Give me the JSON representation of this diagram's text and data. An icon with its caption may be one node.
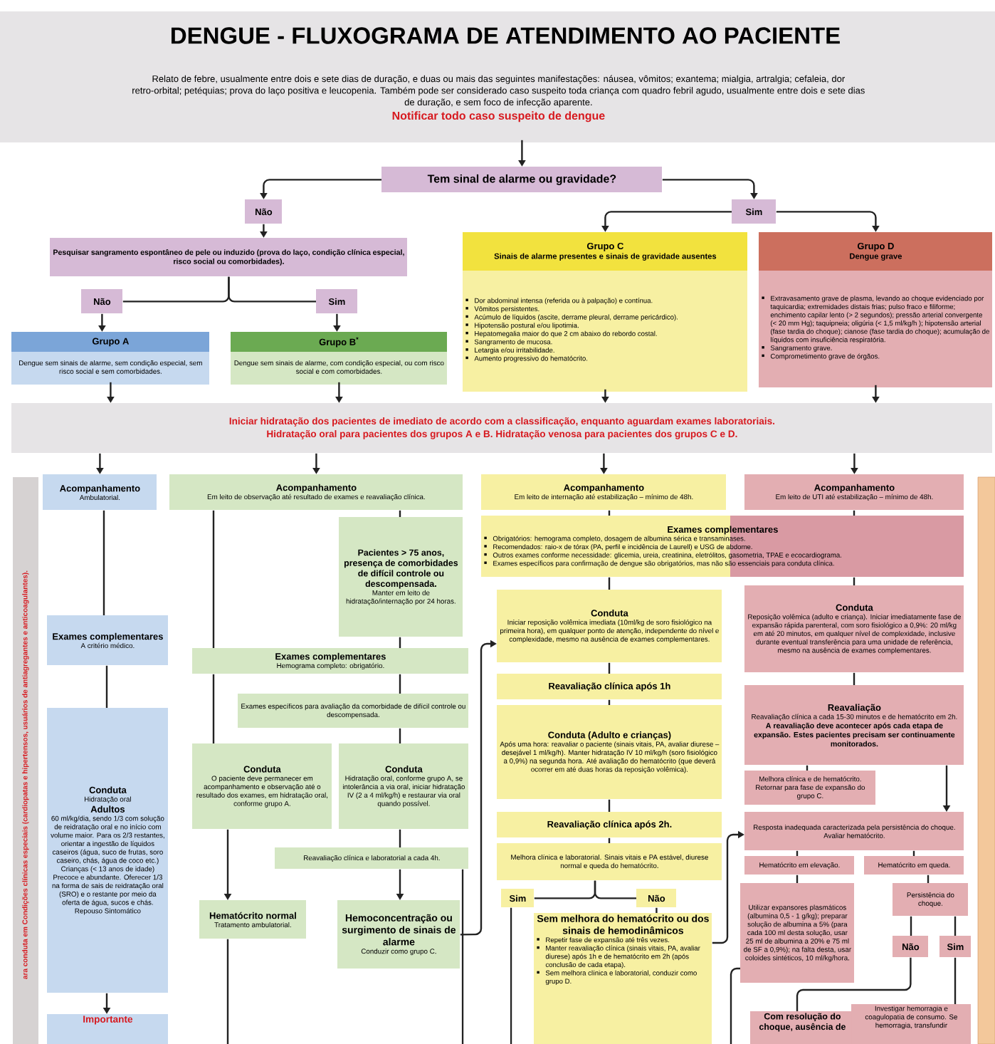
{
  "diagram": {
    "title": "DENGUE - FLUXOGRAMA DE ATENDIMENTO AO PACIENTE",
    "nodes": [
      {
        "text": [
          "Relato de febre, usualmente entre dois e sete dias de duração, e duas ou mais das seguintes manifestações: náusea, vômitos; exantema; mialgia, artralgia; cefaleia, dor retro-orbital; petéquias; prova do laço positiva e leucopenia. Também pode ser considerado caso suspeito toda criança com quadro febril agudo, usualmente entre dois e sete dias de duração, e sem foco de infecção aparente.",
          "Notificar todo caso suspeito de dengue"
        ]
      },
      {
        "text": [
          "Tem sinal de alarme ou gravidade?"
        ]
      },
      {
        "text": [
          "Não"
        ]
      },
      {
        "text": [
          "Sim"
        ]
      },
      {
        "text": [
          "Pesquisar sangramento espontâneo de pele ou induzido (prova do laço, condição clínica especial, risco social ou comorbidades)."
        ]
      },
      {
        "text": [
          "Não"
        ]
      },
      {
        "text": [
          "Sim"
        ]
      },
      {
        "text": [
          "Grupo A",
          "Dengue sem sinais de alarme, sem condição especial, sem risco social e sem comorbidades."
        ]
      },
      {
        "text": [
          "Grupo B$^{*}$",
          "Dengue sem sinais de alarme, com condição especial, ou com risco social e com comorbidades."
        ]
      },
      {
        "text": [
          "Grupo C",
          "Sinais de alarme presentes e sinais de gravidade ausentes",
          "Dor abdominal intensa (referida ou à palpação) e contínua.",
          "Vômitos persistentes.",
          "Acúmulo de líquidos (ascite, derrame pleural, derrame pericárdico).",
          "Hipotensão postural e/ou lipotimia.",
          "Hepatomegalia maior do que 2 cm abaixo do rebordo costal.",
          "Sangramento de mucosa.",
          "Letargia e/ou irritabilidade.",
          "Aumento progressivo do hematócrito."
        ]
      },
      {
        "text": [
          "Grupo D",
          "Dengue grave",
          "Extravasamento grave de plasma, levando ao choque evidenciado por taquicardia; extremidades distais frias; pulso fraco e filiforme; enchimento capilar lento (> 2 segundos); pressão arterial convergente (< 20 mm Hg); taquipneia; oligúria (< 1,5 ml/kg/h ); hipotensão arterial (fase tardia do choque); cianose (fase tardia do choque); acumulação de líquidos com insuficiência respiratória.",
          "Sangramento grave.",
          "Comprometimento grave de órgãos."
        ]
      },
      {
        "text": [
          "Iniciar hidratação dos pacientes de imediato de acordo com a classificação, enquanto aguardam exames laboratoriais.",
          "Hidratação oral para pacientes dos grupos A e B. Hidratação venosa para pacientes dos grupos C e D."
        ]
      },
      {
        "text": [
          "ara conduta em Condições clínicas especiais (cardiopatas e hipertensos, usuários de antiagregantes e anticoagulantes)."
        ]
      },
      {
        "text": [
          "Acompanhamento",
          "Ambulatorial."
        ]
      },
      {
        "text": [
          "Exames complementares",
          "A critério médico."
        ]
      },
      {
        "text": [
          "Conduta",
          "Hidratação oral",
          "Adultos",
          "60 ml/kg/dia, sendo 1/3 com solução de reidratação oral e no início com volume maior. Para os 2/3 restantes, orientar a ingestão de líquidos caseiros (água, suco de frutas, soro caseiro, chás, água de coco etc.)",
          "Crianças (< 13 anos de idade)",
          "Precoce e abundante. Oferecer 1/3 na forma de sais de reidratação oral (SRO) e o restante por meio da oferta de água, sucos e chás.",
          "Repouso Sintomático"
        ]
      },
      {
        "text": [
          "Importante"
        ]
      },
      {
        "text": [
          "Acompanhamento",
          "Em leito de observação até resultado de exames e reavaliação clínica."
        ]
      },
      {
        "text": [
          "Pacientes > 75 anos, presença de comorbidades de difícil controle ou descompensada.",
          "Manter em leito de hidratação/internação por 24 horas."
        ]
      },
      {
        "text": [
          "Exames complementares",
          "Hemograma completo: obrigatório."
        ]
      },
      {
        "text": [
          "Exames específicos para avaliação da comorbidade de difícil controle ou descompensada."
        ]
      },
      {
        "text": [
          "Conduta",
          "O paciente deve permanecer em acompanhamento e observação até o resultado dos exames, em hidratação oral, conforme grupo A."
        ]
      },
      {
        "text": [
          "Conduta",
          "Hidratação oral, conforme grupo A, se intolerância a via oral, iniciar hidratação IV (2 a 4 ml/kg/h) e restaurar via oral quando possível."
        ]
      },
      {
        "text": [
          "Reavaliação clínica e laboratorial a cada 4h."
        ]
      },
      {
        "text": [
          "Hematócrito normal",
          "Tratamento ambulatorial."
        ]
      },
      {
        "text": [
          "Hemoconcentração ou surgimento de sinais de alarme",
          "Conduzir como grupo C."
        ]
      },
      {
        "text": [
          "Acompanhamento",
          "Em leito de internação até estabilização – mínimo de 48h."
        ]
      },
      {
        "text": [
          "Exames complementares",
          "Obrigatórios: hemograma completo, dosagem de albumina sérica e transaminases.",
          "Recomendados: raio-x de tórax (PA, perfil e incidência de Laurell) e USG de abdome.",
          "Outros exames conforme necessidade: glicemia, ureia, creatinina, eletrólitos, gasometria, TPAE e ecocardiograma.",
          "Exames específicos para confirmação de dengue são obrigatórios, mas não são essenciais para conduta clínica."
        ]
      },
      {
        "text": [
          "Conduta",
          "Iniciar reposição volêmica imediata (10ml/kg de soro fisiológico na primeira hora), em qualquer ponto de atenção, independente do nível e complexidade, mesmo na ausência de exames complementares."
        ]
      },
      {
        "text": [
          "Reavaliação clínica após 1h"
        ]
      },
      {
        "text": [
          "Conduta (Adulto e crianças)",
          "Após uma hora: reavaliar o paciente (sinais vitais, PA, avaliar diurese – desejável 1 ml/kg/h). Manter hidratação IV 10 ml/kg/h (soro fisiológico a 0,9%) na segunda hora. Até avaliação do hematócrito (que deverá ocorrer em até duas horas da reposição volêmica)."
        ]
      },
      {
        "text": [
          "Reavaliação clínica após 2h."
        ]
      },
      {
        "text": [
          "Melhora clínica e laboratorial. Sinais vitais e PA estável, diurese normal e queda do hematócrito."
        ]
      },
      {
        "text": [
          "Sim"
        ]
      },
      {
        "text": [
          "Não"
        ]
      },
      {
        "text": [
          "Sem melhora do hematócrito ou dos sinais de hemodinâmicos",
          "Repetir fase de expansão até três vezes.",
          "Manter reavaliação clínica (sinais vitais, PA, avaliar diurese) após 1h e de hematócrito em 2h (após conclusão de cada etapa).",
          "Sem melhora clínica e laboratorial, conduzir como grupo D."
        ]
      },
      {
        "text": [
          "Acompanhamento",
          "Em leito de UTI até estabilização – mínimo de 48h."
        ]
      },
      {
        "text": [
          "Conduta",
          "Reposição volêmica (adulto e criança). Iniciar imediatamente fase de expansão rápida parenteral, com soro fisiológico a 0,9%: 20 ml/kg em até 20 minutos, em qualquer nível de complexidade, inclusive durante eventual transferência para uma unidade de referência, mesmo na ausência de exames complementares."
        ]
      },
      {
        "text": [
          "Reavaliação",
          "Reavaliação clínica a cada 15-30 minutos e de hematócrito em 2h.",
          "A reavaliação deve acontecer após cada etapa de expansão. Estes pacientes precisam ser continuamente monitorados."
        ]
      },
      {
        "text": [
          "Melhora clínica e de hematócrito. Retornar para fase de expansão do grupo C."
        ]
      },
      {
        "text": [
          "Resposta inadequada caracterizada pela persistência do choque. Avaliar hematócrito."
        ]
      },
      {
        "text": [
          "Hematócrito em elevação."
        ]
      },
      {
        "text": [
          "Hematócrito em queda."
        ]
      },
      {
        "text": [
          "Utilizar expansores plasmáticos (albumina 0,5 - 1 g/kg); preparar solução de albumina a 5% (para cada 100 ml desta solução, usar 25 ml de albumina a 20% e 75 ml de SF a 0,9%); na falta desta, usar coloides sintéticos, 10 ml/kg/hora."
        ]
      },
      {
        "text": [
          "Persistência do choque."
        ]
      },
      {
        "text": [
          "Não"
        ]
      },
      {
        "text": [
          "Sim"
        ]
      },
      {
        "text": [
          "Com resolução do choque, ausência de"
        ]
      },
      {
        "text": [
          "Investigar hemorragia e coagulopatia de consumo. Se hemorragia, transfundir"
        ]
      },
      {
        "text": [],
        "shape": "box"
      }
    ],
    "edges": [
      {
        "from": 0,
        "to": 1,
        "arrow": "to"
      },
      {
        "from": 1,
        "to": 2,
        "arrow": "to"
      },
      {
        "from": 1,
        "to": 3,
        "arrow": "to"
      },
      {
        "from": 3,
        "to": 9,
        "arrow": "to"
      },
      {
        "from": 3,
        "to": 10,
        "arrow": "to"
      },
      {
        "from": 2,
        "to": 4,
        "arrow": "to"
      },
      {
        "from": 4,
        "to": 5,
        "arrow": "none"
      },
      {
        "from": 4,
        "to": 6,
        "arrow": "none"
      },
      {
        "from": 5,
        "to": 7,
        "arrow": "to"
      },
      {
        "from": 6,
        "to": 8,
        "arrow": "to"
      },
      {
        "from": 7,
        "to": 11,
        "arrow": "to"
      },
      {
        "from": 8,
        "to": 11,
        "arrow": "to"
      },
      {
        "from": 9,
        "to": 11,
        "arrow": "to"
      },
      {
        "from": 10,
        "to": 11,
        "arrow": "to"
      },
      {
        "from": 11,
        "to": 13,
        "arrow": "to"
      },
      {
        "from": 11,
        "to": 17,
        "arrow": "to"
      },
      {
        "from": 11,
        "to": 26,
        "arrow": "to"
      },
      {
        "from": 11,
        "to": 36,
        "arrow": "to"
      },
      {
        "from": 13,
        "to": 14,
        "arrow": "none"
      },
      {
        "from": 14,
        "to": 15,
        "arrow": "none"
      },
      {
        "from": 15,
        "to": 16,
        "arrow": "to"
      },
      {
        "from": 17,
        "to": 19,
        "arrow": "none"
      },
      {
        "from": 17,
        "to": 18,
        "arrow": "none"
      },
      {
        "from": 18,
        "to": 19,
        "arrow": "none"
      },
      {
        "from": 19,
        "to": 20,
        "arrow": "none"
      },
      {
        "from": 19,
        "to": 21,
        "arrow": "none"
      },
      {
        "from": 20,
        "to": 22,
        "arrow": "none"
      },
      {
        "from": 22,
        "to": 23,
        "arrow": "none"
      },
      {
        "from": 23,
        "to": 25,
        "arrow": "to"
      },
      {
        "from": 21,
        "to": 24,
        "arrow": "to"
      },
      {
        "from": 24,
        "to": null,
        "arrow": "none"
      },
      {
        "from": 23,
        "to": null,
        "arrow": "none"
      },
      {
        "from": 25,
        "to": 28,
        "arrow": "to"
      },
      {
        "from": 26,
        "to": 27,
        "arrow": "none"
      },
      {
        "from": 27,
        "to": 28,
        "arrow": "none"
      },
      {
        "from": 28,
        "to": 29,
        "arrow": "none"
      },
      {
        "from": 29,
        "to": 30,
        "arrow": "none"
      },
      {
        "from": 30,
        "to": 31,
        "arrow": "none"
      },
      {
        "from": 31,
        "to": 32,
        "arrow": "none"
      },
      {
        "from": 32,
        "to": 33,
        "arrow": "none"
      },
      {
        "from": 32,
        "to": 34,
        "arrow": "none"
      },
      {
        "from": 34,
        "to": 35,
        "arrow": "none"
      },
      {
        "from": 33,
        "to": null,
        "arrow": "none"
      },
      {
        "from": 35,
        "to": 40,
        "arrow": "to"
      },
      {
        "from": 36,
        "to": 27,
        "arrow": "none"
      },
      {
        "from": 27,
        "to": 37,
        "arrow": "none"
      },
      {
        "from": 37,
        "to": 38,
        "arrow": "none"
      },
      {
        "from": 38,
        "to": 39,
        "arrow": "none"
      },
      {
        "from": 38,
        "to": 40,
        "arrow": "to"
      },
      {
        "from": 40,
        "to": 41,
        "arrow": "none"
      },
      {
        "from": 40,
        "to": 42,
        "arrow": "none"
      },
      {
        "from": 41,
        "to": 43,
        "arrow": "none"
      },
      {
        "from": 42,
        "to": 44,
        "arrow": "none"
      },
      {
        "from": 44,
        "to": 45,
        "arrow": "none"
      },
      {
        "from": 44,
        "to": 46,
        "arrow": "none"
      },
      {
        "from": 45,
        "to": 47,
        "arrow": "none"
      },
      {
        "from": 46,
        "to": 48,
        "arrow": "none"
      },
      {
        "from": 43,
        "to": null,
        "arrow": "none"
      }
    ]
  }
}
